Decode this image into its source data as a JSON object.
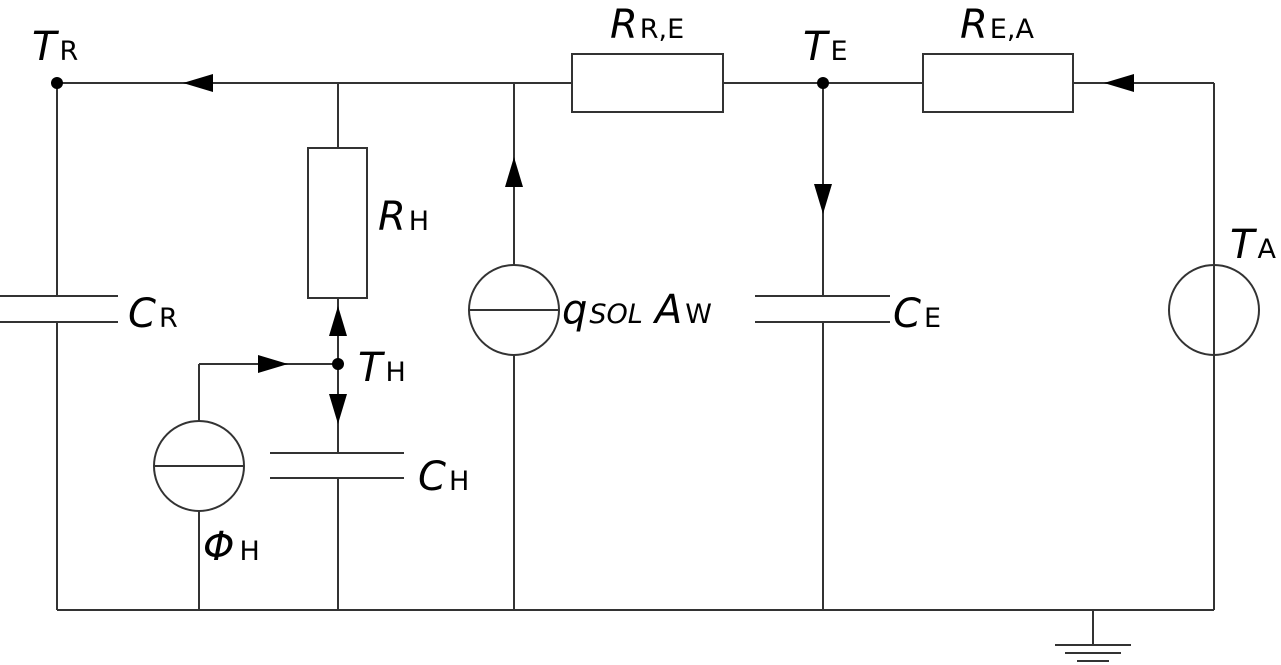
{
  "diagram": {
    "type": "thermal-rc-circuit",
    "colors": {
      "wire": "#333333",
      "text": "#000000",
      "background": "#ffffff"
    },
    "nodes": [
      {
        "symbol": "T",
        "sub": "R"
      },
      {
        "symbol": "T",
        "sub": "E"
      },
      {
        "symbol": "T",
        "sub": "H"
      }
    ],
    "resistors": [
      {
        "symbol": "R",
        "sub": "R,E"
      },
      {
        "symbol": "R",
        "sub": "E,A"
      },
      {
        "symbol": "R",
        "sub": "H"
      }
    ],
    "capacitors": [
      {
        "symbol": "C",
        "sub": "R"
      },
      {
        "symbol": "C",
        "sub": "E"
      },
      {
        "symbol": "C",
        "sub": "H"
      }
    ],
    "sources": [
      {
        "symbol": "T",
        "sub": "A"
      },
      {
        "symbol": "Φ",
        "sub": "H"
      },
      {
        "symbol": "q",
        "sub": "SOL",
        "extra_symbol": "A",
        "extra_sub": "W"
      }
    ]
  }
}
